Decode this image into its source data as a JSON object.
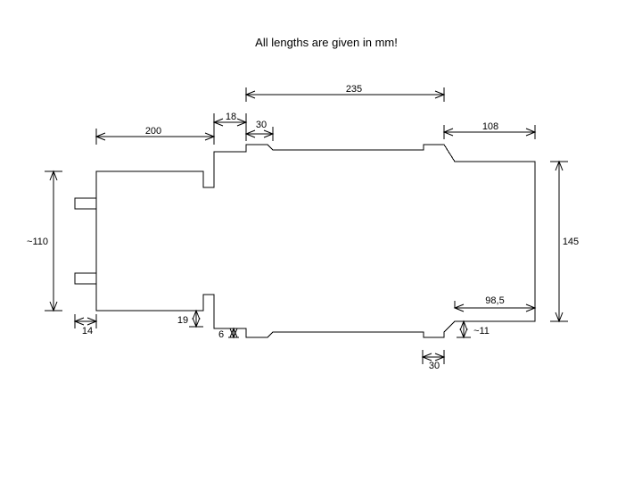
{
  "title": "All lengths are given in mm!",
  "dimensions": {
    "d200": "200",
    "d18": "18",
    "d30_top": "30",
    "d235": "235",
    "d108": "108",
    "d110": "~110",
    "d145": "145",
    "d98_5": "98,5",
    "d14": "14",
    "d19": "19",
    "d6": "6",
    "d11": "~11",
    "d30_bottom": "30"
  }
}
